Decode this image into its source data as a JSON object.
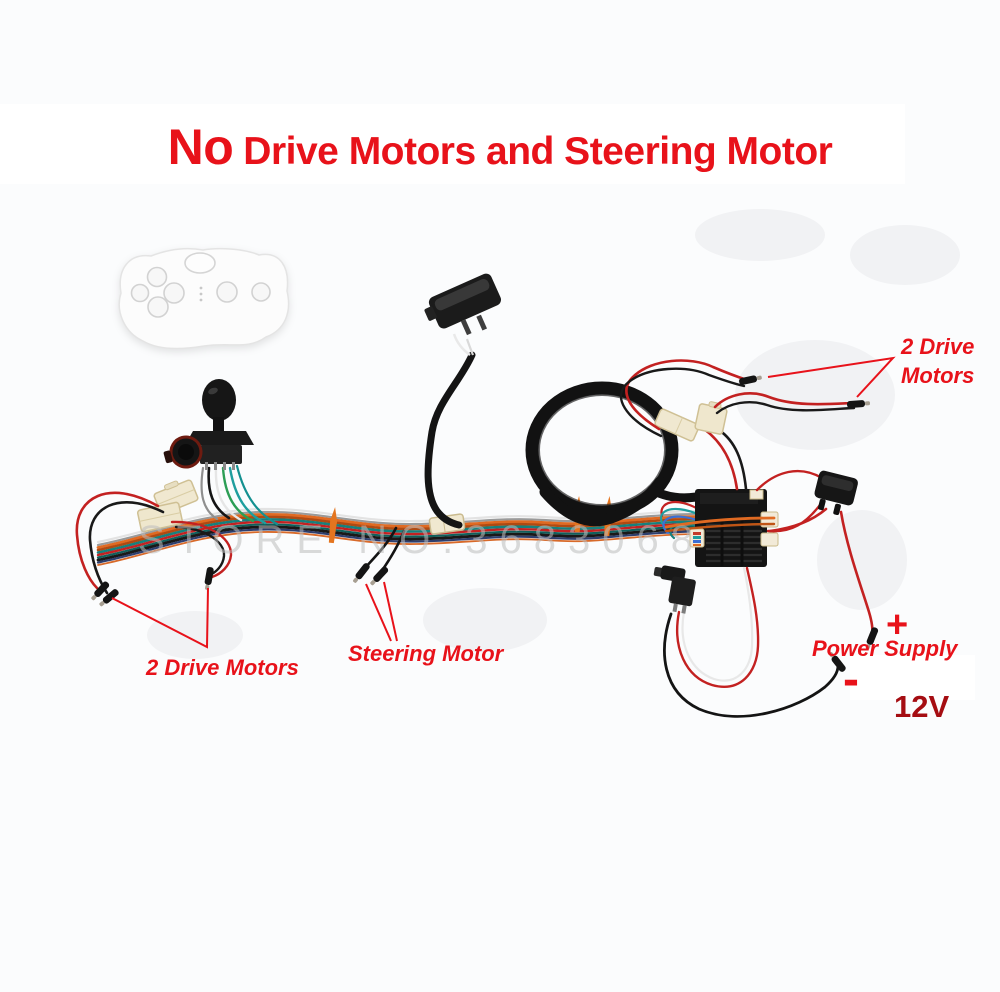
{
  "title": {
    "emphasis": "No",
    "rest": "Drive Motors and Steering Motor"
  },
  "watermark": "STORE NO.3683068",
  "annotations": {
    "drive_motors_right_line1": "2 Drive",
    "drive_motors_right_line2": "Motors",
    "drive_motors_left": "2 Drive Motors",
    "steering_motor": "Steering Motor",
    "power_supply": "Power Supply",
    "plus_sign": "+",
    "minus_sign": "-",
    "voltage": "12V"
  },
  "components": [
    "remote-control",
    "power-rocker-switch",
    "coiled-extension-cable",
    "gear-shift-lever",
    "wire-harness-bundle",
    "receiver-control-box",
    "battery-toggle-switch",
    "dc-charging-jack",
    "bullet-connectors",
    "tamiya-connectors"
  ],
  "colors": {
    "accent_red": "#e8121a",
    "dark_red": "#a50d12",
    "watermark_gray": "#bdbdbd",
    "wire_red": "#c32121",
    "wire_black": "#161616",
    "wire_orange": "#dd6620",
    "wire_teal": "#1f8f8f",
    "connector_cream": "#f0e8d0"
  }
}
